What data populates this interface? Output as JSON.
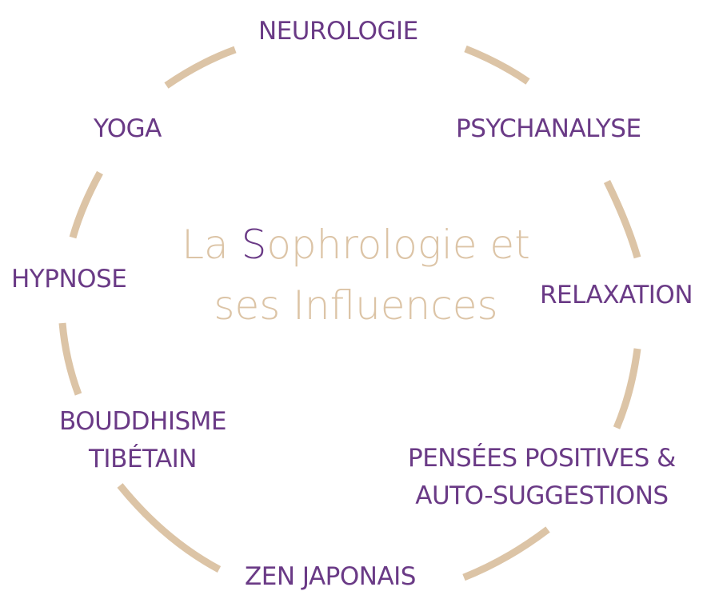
{
  "center_title": {
    "line1_prefix": "La ",
    "line1_accent": "S",
    "line1_suffix": "ophrologie et",
    "line2": "ses Influences"
  },
  "labels": {
    "neurologie": "NEUROLOGIE",
    "psychanalyse": "PSYCHANALYSE",
    "relaxation": "RELAXATION",
    "pensees_line1": "PENSÉES POSITIVES &",
    "pensees_line2": "AUTO-SUGGESTIONS",
    "zen": "ZEN JAPONAIS",
    "bouddhisme_line1": "BOUDDHISME",
    "bouddhisme_line2": "TIBÉTAIN",
    "hypnose": "HYPNOSE",
    "yoga": "YOGA"
  },
  "colors": {
    "label": "#6a3a86",
    "ring": "#dcc4a6",
    "title": "#dcc4a6",
    "accent": "#6a3a86"
  }
}
